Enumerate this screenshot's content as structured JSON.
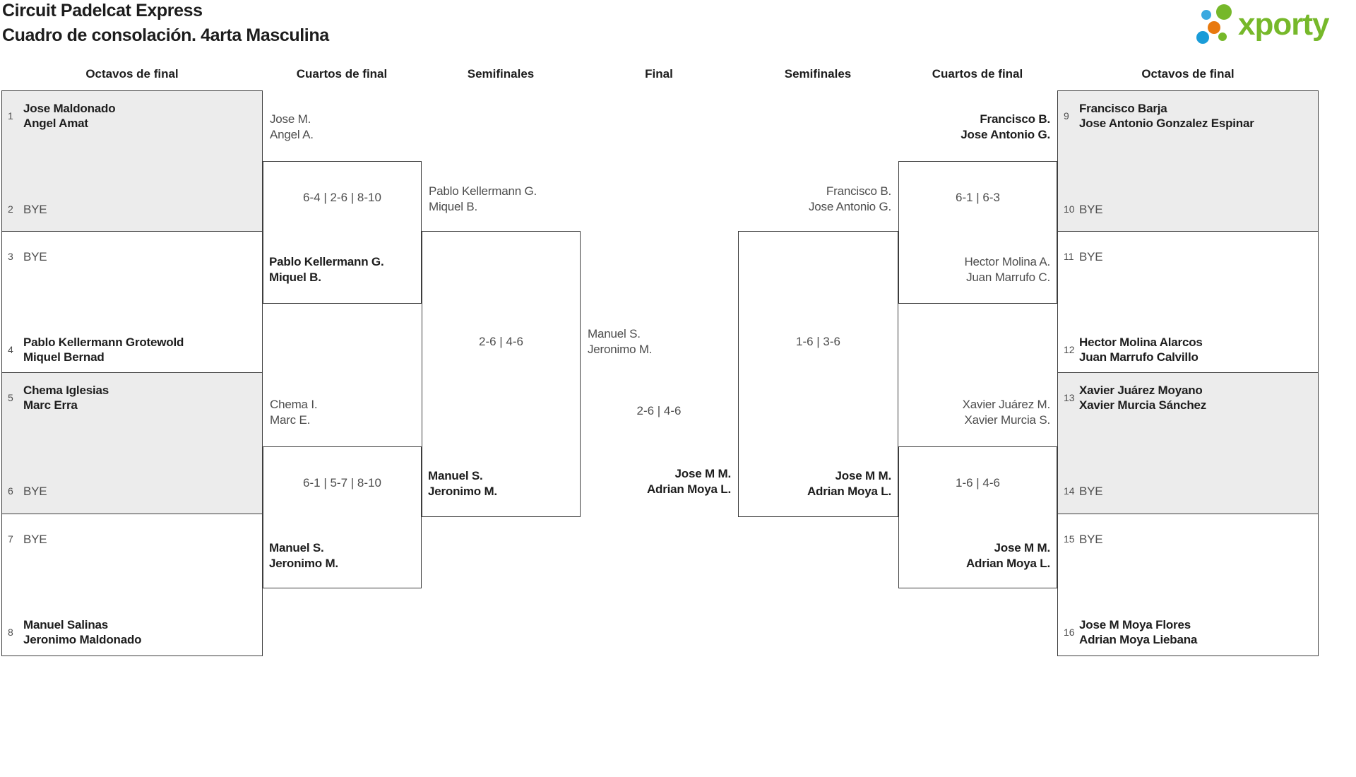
{
  "title": {
    "line1": "Circuit Padelcat Express",
    "line2": "Cuadro de consolación. 4arta Masculina"
  },
  "logo": {
    "text": "xporty"
  },
  "colors": {
    "brand-green": "#76b82a",
    "brand-blue": "#1a9cd8",
    "brand-blue-light": "#3aa9e0",
    "brand-orange": "#e8790f",
    "box-fill": "#ececec",
    "box-border": "#3d3d3d",
    "text-dark": "#1d1d1d",
    "text-gray": "#4d4d4d"
  },
  "headers": [
    "Octavos de final",
    "Cuartos de final",
    "Semifinales",
    "Final",
    "Semifinales",
    "Cuartos de final",
    "Octavos de final"
  ],
  "octavos": [
    {
      "top": {
        "seed": "1",
        "p1": "Jose Maldonado",
        "p2": "Angel Amat"
      },
      "bottom": {
        "seed": "2",
        "p1": "BYE",
        "p2": ""
      }
    },
    {
      "top": {
        "seed": "3",
        "p1": "BYE",
        "p2": ""
      },
      "bottom": {
        "seed": "4",
        "p1": "Pablo Kellermann Grotewold",
        "p2": "Miquel Bernad"
      }
    },
    {
      "top": {
        "seed": "5",
        "p1": "Chema Iglesias",
        "p2": "Marc Erra"
      },
      "bottom": {
        "seed": "6",
        "p1": "BYE",
        "p2": ""
      }
    },
    {
      "top": {
        "seed": "7",
        "p1": "BYE",
        "p2": ""
      },
      "bottom": {
        "seed": "8",
        "p1": "Manuel Salinas",
        "p2": "Jeronimo Maldonado"
      }
    },
    {
      "top": {
        "seed": "9",
        "p1": "Francisco Barja",
        "p2": "Jose Antonio Gonzalez Espinar"
      },
      "bottom": {
        "seed": "10",
        "p1": "BYE",
        "p2": ""
      }
    },
    {
      "top": {
        "seed": "11",
        "p1": "BYE",
        "p2": ""
      },
      "bottom": {
        "seed": "12",
        "p1": "Hector Molina Alarcos",
        "p2": "Juan Marrufo Calvillo"
      }
    },
    {
      "top": {
        "seed": "13",
        "p1": "Xavier Juárez Moyano",
        "p2": "Xavier Murcia Sánchez"
      },
      "bottom": {
        "seed": "14",
        "p1": "BYE",
        "p2": ""
      }
    },
    {
      "top": {
        "seed": "15",
        "p1": "BYE",
        "p2": ""
      },
      "bottom": {
        "seed": "16",
        "p1": "Jose M Moya Flores",
        "p2": "Adrian Moya Liebana"
      }
    }
  ],
  "matches": {
    "left_q1": {
      "entry_top": {
        "p1": "Jose M.",
        "p2": "Angel A."
      },
      "score": "6-4 | 2-6 | 8-10",
      "winner": {
        "p1": "Pablo Kellermann G.",
        "p2": "Miquel B."
      }
    },
    "left_q2": {
      "entry_top": {
        "p1": "Chema I.",
        "p2": "Marc E."
      },
      "score": "6-1 | 5-7 | 8-10",
      "winner": {
        "p1": "Manuel S.",
        "p2": "Jeronimo M."
      }
    },
    "left_semi": {
      "entry_top": {
        "p1": "Pablo Kellermann G.",
        "p2": "Miquel B."
      },
      "score": "2-6 | 4-6",
      "winner": {
        "p1": "Manuel S.",
        "p2": "Jeronimo M."
      }
    },
    "final": {
      "entry_left": {
        "p1": "Manuel S.",
        "p2": "Jeronimo M."
      },
      "score": "2-6 | 4-6",
      "winner": {
        "p1": "Jose M M.",
        "p2": "Adrian Moya L."
      }
    },
    "right_semi": {
      "entry_top": {
        "p1": "Francisco B.",
        "p2": "Jose Antonio G."
      },
      "score": "1-6 | 3-6",
      "winner": {
        "p1": "Jose M M.",
        "p2": "Adrian Moya L."
      }
    },
    "right_q1": {
      "winner": {
        "p1": "Francisco B.",
        "p2": "Jose Antonio G."
      },
      "score": "6-1 | 6-3",
      "entry_bottom": {
        "p1": "Hector Molina A.",
        "p2": "Juan Marrufo C."
      }
    },
    "right_q2": {
      "entry_top": {
        "p1": "Xavier Juárez M.",
        "p2": "Xavier Murcia S."
      },
      "score": "1-6 | 4-6",
      "winner": {
        "p1": "Jose M M.",
        "p2": "Adrian Moya L."
      }
    }
  }
}
